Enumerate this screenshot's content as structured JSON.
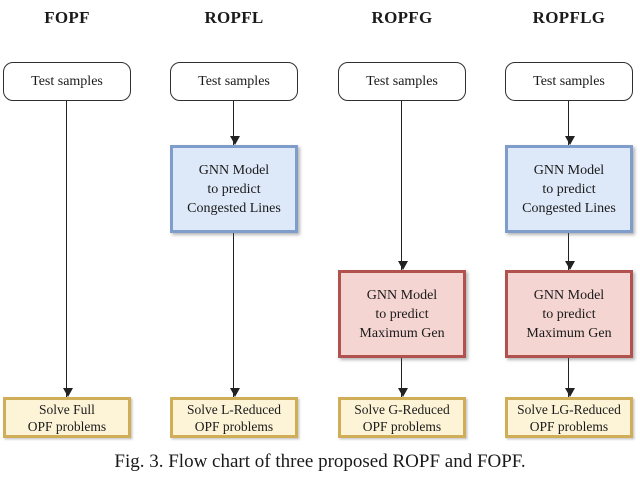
{
  "caption": "Fig. 3. Flow chart of three proposed ROPF and FOPF.",
  "colors": {
    "blue_fill": "#dde8f8",
    "blue_border": "#7e9dca",
    "red_fill": "#f5d5d2",
    "red_border": "#b1524f",
    "yellow_fill": "#fdf4d7",
    "yellow_border": "#d0ae57",
    "test_border": "#2f2f2f",
    "arrow_color": "#222222"
  },
  "columns": [
    {
      "title": "FOPF",
      "test_label": "Test samples",
      "solve": {
        "line1": "Solve Full",
        "line2": "OPF problems"
      }
    },
    {
      "title": "ROPFL",
      "test_label": "Test samples",
      "gnn_lines": {
        "line1": "GNN Model",
        "line2": "to predict",
        "line3": "Congested Lines"
      },
      "solve": {
        "line1": "Solve L-Reduced",
        "line2": "OPF problems"
      }
    },
    {
      "title": "ROPFG",
      "test_label": "Test samples",
      "gnn_gen": {
        "line1": "GNN Model",
        "line2": "to predict",
        "line3": "Maximum Gen"
      },
      "solve": {
        "line1": "Solve G-Reduced",
        "line2": "OPF problems"
      }
    },
    {
      "title": "ROPFLG",
      "test_label": "Test samples",
      "gnn_lines": {
        "line1": "GNN Model",
        "line2": "to predict",
        "line3": "Congested Lines"
      },
      "gnn_gen": {
        "line1": "GNN Model",
        "line2": "to predict",
        "line3": "Maximum Gen"
      },
      "solve": {
        "line1": "Solve LG-Reduced",
        "line2": "OPF problems"
      }
    }
  ]
}
